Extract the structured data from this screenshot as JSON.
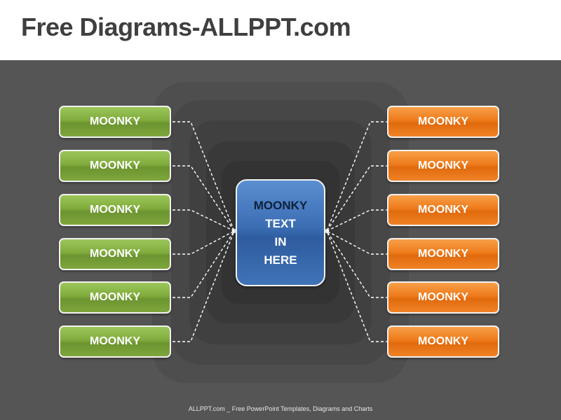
{
  "header": {
    "title": "Free Diagrams-ALLPPT.com"
  },
  "center": {
    "line1": "MOONKY",
    "line2": "TEXT",
    "line3": "IN",
    "line4": "HERE"
  },
  "left_items": [
    {
      "label": "MOONKY"
    },
    {
      "label": "MOONKY"
    },
    {
      "label": "MOONKY"
    },
    {
      "label": "MOONKY"
    },
    {
      "label": "MOONKY"
    },
    {
      "label": "MOONKY"
    }
  ],
  "right_items": [
    {
      "label": "MOONKY"
    },
    {
      "label": "MOONKY"
    },
    {
      "label": "MOONKY"
    },
    {
      "label": "MOONKY"
    },
    {
      "label": "MOONKY"
    },
    {
      "label": "MOONKY"
    }
  ],
  "colors": {
    "left_box": "#7ea63c",
    "right_box": "#ee7a1a",
    "center_box": "#3b6db3",
    "background": "#555555"
  },
  "footer": {
    "text": "ALLPPT.com _ Free PowerPoint Templates, Diagrams and Charts"
  }
}
